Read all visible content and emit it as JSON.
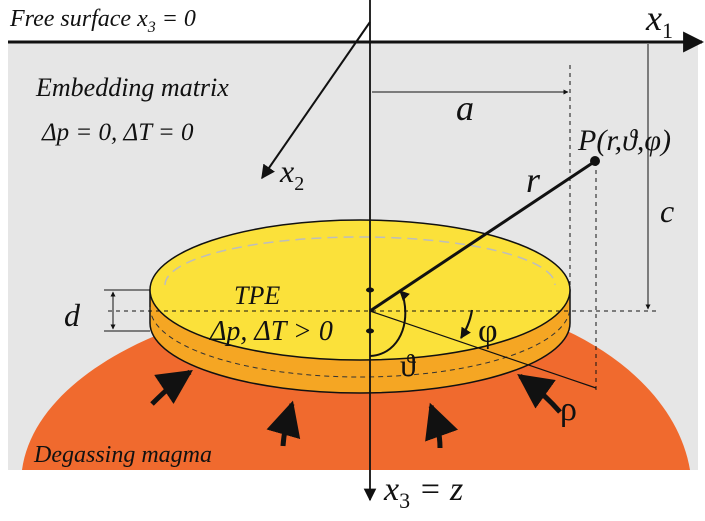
{
  "labels": {
    "free_surface": "Free surface x",
    "free_surface_sub": "3",
    "free_surface_eq": " = 0",
    "matrix_title": "Embedding matrix",
    "matrix_conditions": "Δp = 0, ΔT = 0",
    "x1": "x",
    "x1_sub": "1",
    "x2": "x",
    "x2_sub": "2",
    "x3": "x",
    "x3_sub": "3",
    "x3_eq": " = z",
    "a": "a",
    "c": "c",
    "r": "r",
    "d": "d",
    "point": "P(r,ϑ,φ)",
    "tpe": "TPE",
    "tpe_conditions": "Δp, ΔT > 0",
    "theta": "ϑ",
    "phi": "φ",
    "rho": "ρ",
    "magma": "Degassing magma"
  },
  "colors": {
    "matrix": "#e6e6e6",
    "tpe_top": "#fbe13a",
    "tpe_side": "#f5a623",
    "magma": "#f06a2e",
    "ink": "#111111",
    "dashed_rim": "#bdbdbd"
  }
}
